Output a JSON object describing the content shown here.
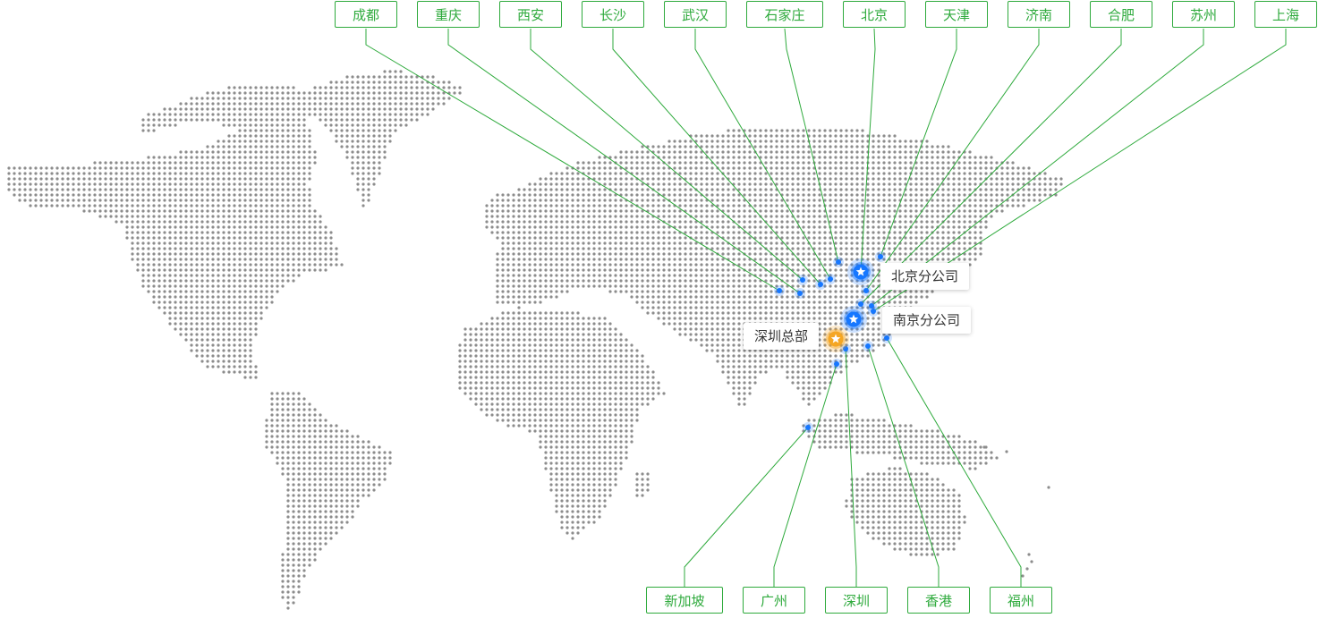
{
  "colors": {
    "dot": "#8c8c8c",
    "line": "#2eaa3c",
    "label": "#2eaa3c",
    "marker": "#1677ff",
    "hq": "#f5a623"
  },
  "top_labels": [
    {
      "id": "chengdu",
      "name": "成都"
    },
    {
      "id": "chongqing",
      "name": "重庆"
    },
    {
      "id": "xian",
      "name": "西安"
    },
    {
      "id": "changsha",
      "name": "长沙"
    },
    {
      "id": "wuhan",
      "name": "武汉"
    },
    {
      "id": "shijiazhuang",
      "name": "石家庄"
    },
    {
      "id": "beijing",
      "name": "北京"
    },
    {
      "id": "tianjin",
      "name": "天津"
    },
    {
      "id": "jinan",
      "name": "济南"
    },
    {
      "id": "hefei",
      "name": "合肥"
    },
    {
      "id": "suzhou",
      "name": "苏州"
    },
    {
      "id": "shanghai",
      "name": "上海"
    }
  ],
  "bottom_labels": [
    {
      "id": "singapore",
      "name": "新加坡"
    },
    {
      "id": "guangzhou",
      "name": "广州"
    },
    {
      "id": "shenzhen",
      "name": "深圳"
    },
    {
      "id": "hongkong",
      "name": "香港"
    },
    {
      "id": "fuzhou",
      "name": "福州"
    }
  ],
  "offices": {
    "beijing_branch": "北京分公司",
    "nanjing_branch": "南京分公司",
    "shenzhen_hq": "深圳总部"
  }
}
